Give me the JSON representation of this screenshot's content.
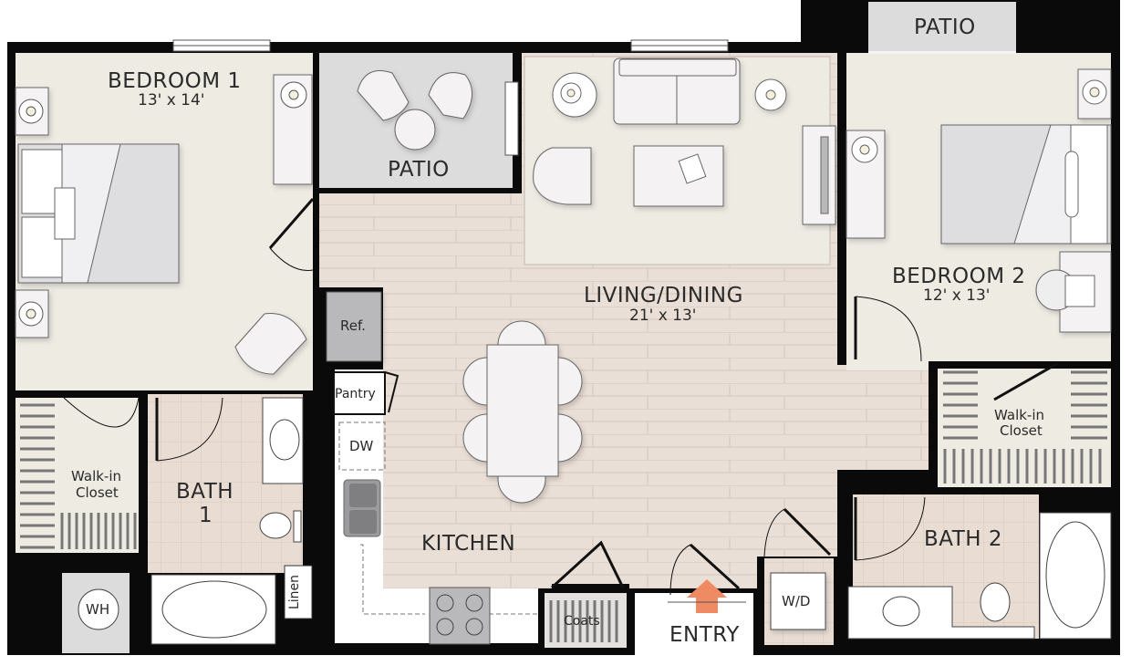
{
  "plan": {
    "rooms": [
      {
        "id": "bedroom1",
        "name": "BEDROOM 1",
        "size": "13' x 14'"
      },
      {
        "id": "patio1",
        "name": "PATIO"
      },
      {
        "id": "living",
        "name": "LIVING/DINING",
        "size": "21' x 13'"
      },
      {
        "id": "patio2",
        "name": "PATIO"
      },
      {
        "id": "bedroom2",
        "name": "BEDROOM 2",
        "size": "12' x 13'"
      },
      {
        "id": "closet1",
        "name": "Walk-in",
        "name2": "Closet"
      },
      {
        "id": "bath1",
        "name": "BATH",
        "name2": "1"
      },
      {
        "id": "kitchen",
        "name": "KITCHEN"
      },
      {
        "id": "closet2",
        "name": "Walk-in",
        "name2": "Closet"
      },
      {
        "id": "bath2",
        "name": "BATH 2"
      },
      {
        "id": "entry",
        "name": "ENTRY"
      }
    ],
    "fixtures": {
      "ref": "Ref.",
      "pantry": "Pantry",
      "dw": "DW",
      "coats": "Coats",
      "wd": "W/D",
      "wh": "WH",
      "linen": "Linen"
    },
    "colors": {
      "wall": "#0a0a0a",
      "carpet": "#eeebe3",
      "wood_floor": "#eadfd6",
      "tile": "#e9ddd3",
      "patio": "#dcdcdc",
      "furniture": "#f4f2f2",
      "appliance": "#b9b9bb",
      "entry_arrow": "#f08a63"
    }
  }
}
